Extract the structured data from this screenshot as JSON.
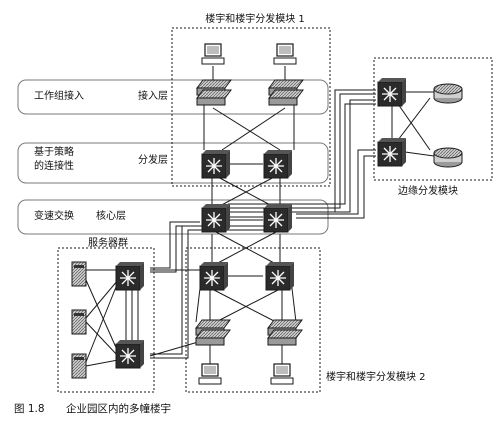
{
  "modules": {
    "building1_title": "楼宇和楼宇分发模块 1",
    "building2_title": "楼宇和楼宇分发模块 2",
    "edge_title": "边缘分发模块",
    "server_farm_title": "服务器群"
  },
  "layers": {
    "workgroup_access": "工作组接入",
    "access_layer": "接入层",
    "policy_line1": "基于策略",
    "policy_line2": "的连接性",
    "distribution_layer": "分发层",
    "routed_switching": "变速交换",
    "core_layer": "核心层"
  },
  "caption": {
    "figure_number": "图 1.8",
    "text": "企业园区内的多幢楼宇"
  },
  "colors": {
    "line": "#1a1a1a",
    "device_fill": "#2b2b2b",
    "device_face": "#dcdcdc",
    "band_stroke": "#7a7a7a",
    "module_stroke": "#1a1a1a"
  },
  "icons": {
    "workstation": "desktop-computer-icon",
    "access_switch": "workgroup-switch-icon",
    "multilayer_switch": "multilayer-switch-icon",
    "router": "router-icon",
    "server": "server-tower-icon"
  }
}
